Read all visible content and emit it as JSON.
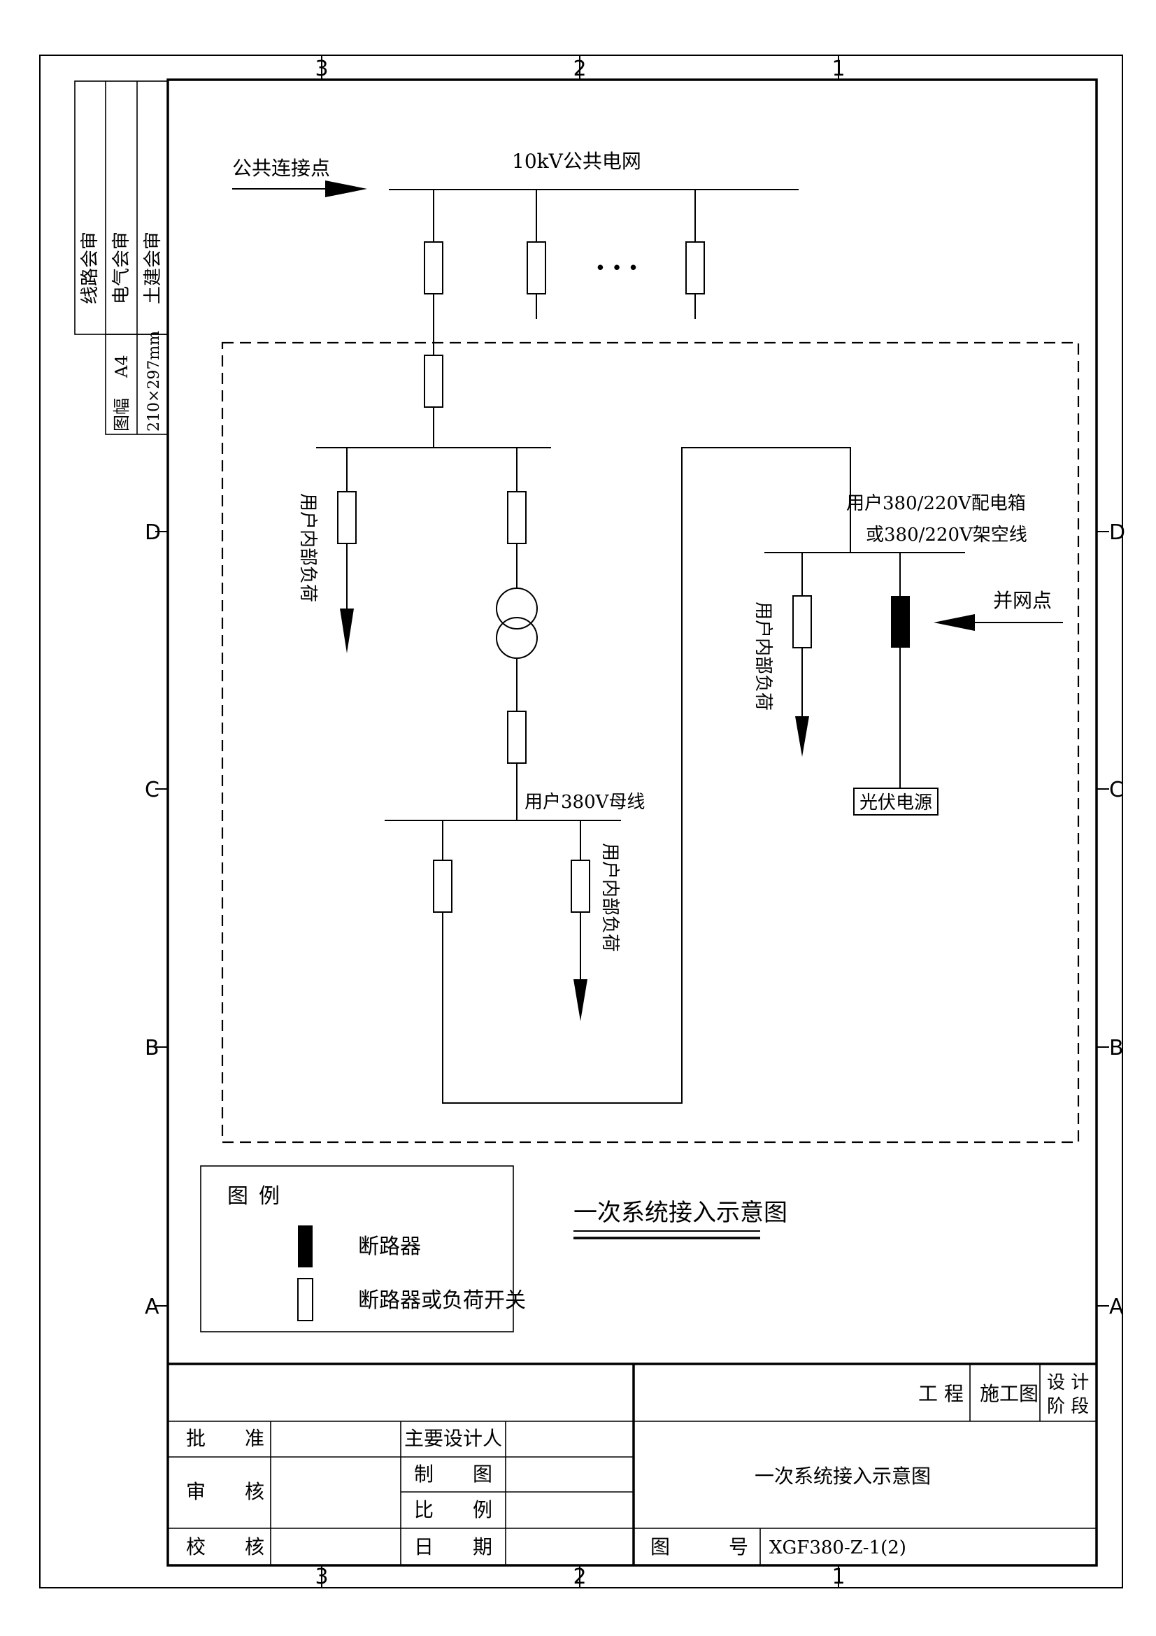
{
  "frame": {
    "col_labels": [
      "3",
      "2",
      "1"
    ],
    "row_labels": [
      "D",
      "C",
      "B",
      "A"
    ]
  },
  "side_table": {
    "col1": "线路会审",
    "col2": "电气会审",
    "col3": "土建会审",
    "size_label": "图幅",
    "size_value": "A4",
    "size_mm": "210×297mm"
  },
  "diagram": {
    "public_point": "公共连接点",
    "grid_label": "10kV公共电网",
    "ellipsis": "• • •",
    "user_load": "用户内部负荷",
    "bus_380": "用户380V母线",
    "box_label_1": "用户380/220V配电箱",
    "box_label_2": "或380/220V架空线",
    "grid_tie_point": "并网点",
    "pv_source": "光伏电源"
  },
  "legend": {
    "title_1": "图",
    "title_2": "例",
    "breaker": "断路器",
    "breaker_or_switch": "断路器或负荷开关"
  },
  "drawing_title": "一次系统接入示意图",
  "title_block": {
    "project": "工 程",
    "stage": "施工图",
    "stage_label_1": "设 计",
    "stage_label_2": "阶 段",
    "approve": "批　　准",
    "review": "审　　核",
    "check": "校　　核",
    "main_designer": "主要设计人",
    "drawn": "制　　图",
    "scale": "比　　例",
    "date": "日　　期",
    "drawing_name": "一次系统接入示意图",
    "drawing_no_label": "图　　　号",
    "drawing_no": "XGF380-Z-1(2)"
  }
}
